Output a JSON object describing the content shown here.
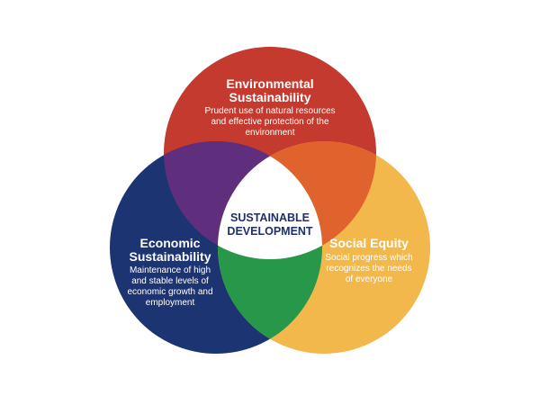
{
  "colors": {
    "environmental": "#c43a2f",
    "economic": "#1c3472",
    "social": "#f2b84b",
    "env_econ_overlap": "#5f2f7e",
    "env_social_overlap": "#e0622d",
    "econ_social_overlap": "#27974a",
    "center": "#ffffff"
  },
  "center": {
    "line1": "SUSTAINABLE",
    "line2": "DEVELOPMENT"
  },
  "environmental": {
    "title_line1": "Environmental",
    "title_line2": "Sustainability",
    "desc_line1": "Prudent use of natural resources",
    "desc_line2": "and effective protection of the",
    "desc_line3": "environment"
  },
  "economic": {
    "title_line1": "Economic",
    "title_line2": "Sustainability",
    "desc_line1": "Maintenance of high",
    "desc_line2": "and stable levels of",
    "desc_line3": "economic growth and",
    "desc_line4": "employment"
  },
  "social": {
    "title_line1": "Social Equity",
    "desc_line1": "Social progress which",
    "desc_line2": "recognizes the needs",
    "desc_line3": "of everyone"
  }
}
